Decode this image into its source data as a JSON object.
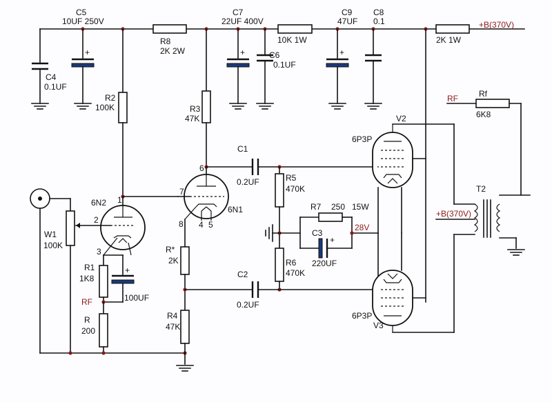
{
  "labels": {
    "c5": "C5",
    "c5_val": "10UF 250V",
    "c7": "C7",
    "c7_val": "22UF 400V",
    "c9": "C9",
    "c9_val": "47UF",
    "c8": "C8",
    "c8_val": "0.1",
    "b_plus_top": "+B(370V)",
    "r8": "R8",
    "r8_val": "2K 2W",
    "r_10k": "10K 1W",
    "r_2k": "2K 1W",
    "c4": "C4",
    "c4_val": "0.1UF",
    "c6": "C6",
    "c6_val": "0.1UF",
    "rf_left": "RF",
    "rf": "Rf",
    "rf_val": "6K8",
    "r2": "R2",
    "r2_val": "100K",
    "r3": "R3",
    "r3_val": "47K",
    "v2": "V2",
    "v2_type": "6P3P",
    "c1": "C1",
    "c1_val": "0.2UF",
    "r5": "R5",
    "r5_val": "470K",
    "pin6": "6",
    "pin7": "7",
    "pin8": "8",
    "pin4": "4",
    "pin5": "5",
    "pin1": "1",
    "pin2": "2",
    "pin3": "3",
    "u6n2": "6N2",
    "u6n1": "6N1",
    "w1": "W1",
    "w1_val": "100K",
    "t2": "T2",
    "b_plus_right": "+B(370V)",
    "r7": "R7",
    "r7_val": "250",
    "r7_w": "15W",
    "v28": "28V",
    "c3": "C3",
    "c3_val": "220UF",
    "r_star": "R*",
    "r_star_val": "2K",
    "r6": "R6",
    "r6_val": "470K",
    "r1": "R1",
    "r1_val": "1K8",
    "c_100uf": "100UF",
    "rf_mid": "RF",
    "r": "R",
    "r_val": "200",
    "c2": "C2",
    "c2_val": "0.2UF",
    "r4": "R4",
    "r4_val": "47K",
    "v3_type": "6P3P",
    "v3": "V3"
  },
  "colors": {
    "wire": "#111111",
    "node": "#8b1a1a",
    "accent_text": "#8b1a1a",
    "cap_fill": "#1a3a7a"
  }
}
